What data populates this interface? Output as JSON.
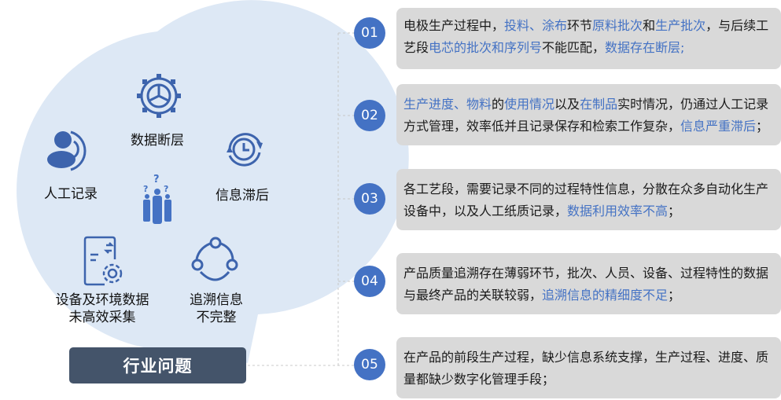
{
  "colors": {
    "accent": "#4472c4",
    "icon": "#3d64ad",
    "bubble": "#dde8f5",
    "banner": "#44546a",
    "box": "#d9d9d9"
  },
  "bubble": {
    "title": "行业问题",
    "center_icon": "confused-people-icon",
    "items": [
      {
        "label": "数据断层",
        "icon": "gear-broken-icon"
      },
      {
        "label": "人工记录",
        "icon": "user-icon"
      },
      {
        "label": "信息滞后",
        "icon": "clock-refresh-icon"
      },
      {
        "label": "设备及环境数据",
        "label2": "未高效采集",
        "icon": "document-gear-icon"
      },
      {
        "label": "追溯信息",
        "label2": "不完整",
        "icon": "cycle-nodes-icon"
      }
    ]
  },
  "issues": [
    {
      "num": "01",
      "segments": [
        {
          "t": "电极生产过程中，"
        },
        {
          "t": "投料、涂布",
          "h": true
        },
        {
          "t": "环节"
        },
        {
          "t": "原料批次",
          "h": true
        },
        {
          "t": "和"
        },
        {
          "t": "生产批次",
          "h": true
        },
        {
          "t": "，与后续工艺段"
        },
        {
          "t": "电芯的批次和序列号",
          "h": true
        },
        {
          "t": "不能匹配，"
        },
        {
          "t": "数据存在断层;",
          "h": true
        }
      ]
    },
    {
      "num": "02",
      "segments": [
        {
          "t": "生产进度、物料",
          "h": true
        },
        {
          "t": "的"
        },
        {
          "t": "使用情况",
          "h": true
        },
        {
          "t": "以及"
        },
        {
          "t": "在制品",
          "h": true
        },
        {
          "t": "实时情况，仍通过人工记录方式管理，效率低并且记录保存和检索工作复杂，"
        },
        {
          "t": "信息严重滞后",
          "h": true
        },
        {
          "t": "；"
        }
      ]
    },
    {
      "num": "03",
      "segments": [
        {
          "t": "各工艺段，需要记录不同的过程特性信息，分散在众多自动化生产设备中，以及人工纸质记录，"
        },
        {
          "t": "数据利用效率不高",
          "h": true
        },
        {
          "t": "；"
        }
      ]
    },
    {
      "num": "04",
      "segments": [
        {
          "t": "产品质量追溯存在薄弱环节，批次、人员、设备、过程特性的数据与最终产品的关联较弱，"
        },
        {
          "t": "追溯信息的精细度不足",
          "h": true
        },
        {
          "t": "；"
        }
      ]
    },
    {
      "num": "05",
      "segments": [
        {
          "t": "在产品的前段生产过程，缺少信息系统支撑，生产过程、进度、质量都缺少数字化管理手段；"
        }
      ]
    }
  ]
}
